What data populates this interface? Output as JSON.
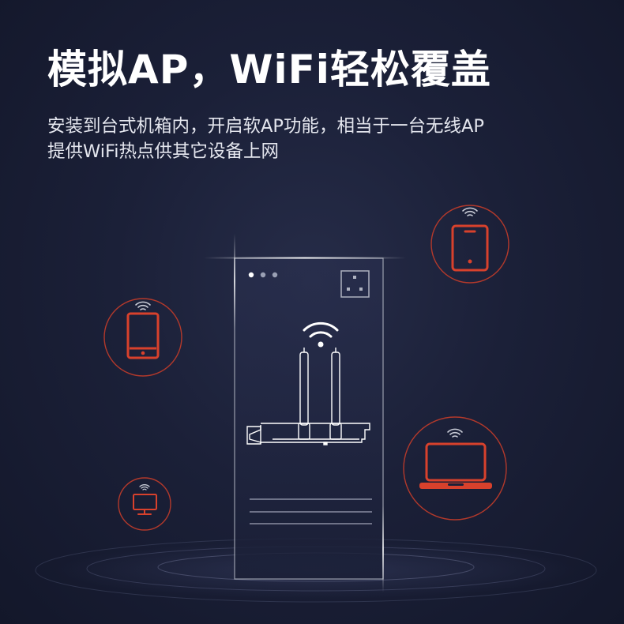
{
  "header": {
    "title": "模拟AP，WiFi轻松覆盖",
    "description_line1": "安装到台式机箱内，开启软AP功能，相当于一台无线AP",
    "description_line2": "提供WiFi热点供其它设备上网"
  },
  "colors": {
    "accent": "#d8412c",
    "ring": "#b3392b",
    "line": "#c9ccd6",
    "background": "#1b2038"
  },
  "icons": {
    "case": "pc-case-icon",
    "card": "wifi-card-icon",
    "devices": [
      "tablet-icon",
      "phone-icon",
      "laptop-icon",
      "monitor-icon"
    ]
  }
}
